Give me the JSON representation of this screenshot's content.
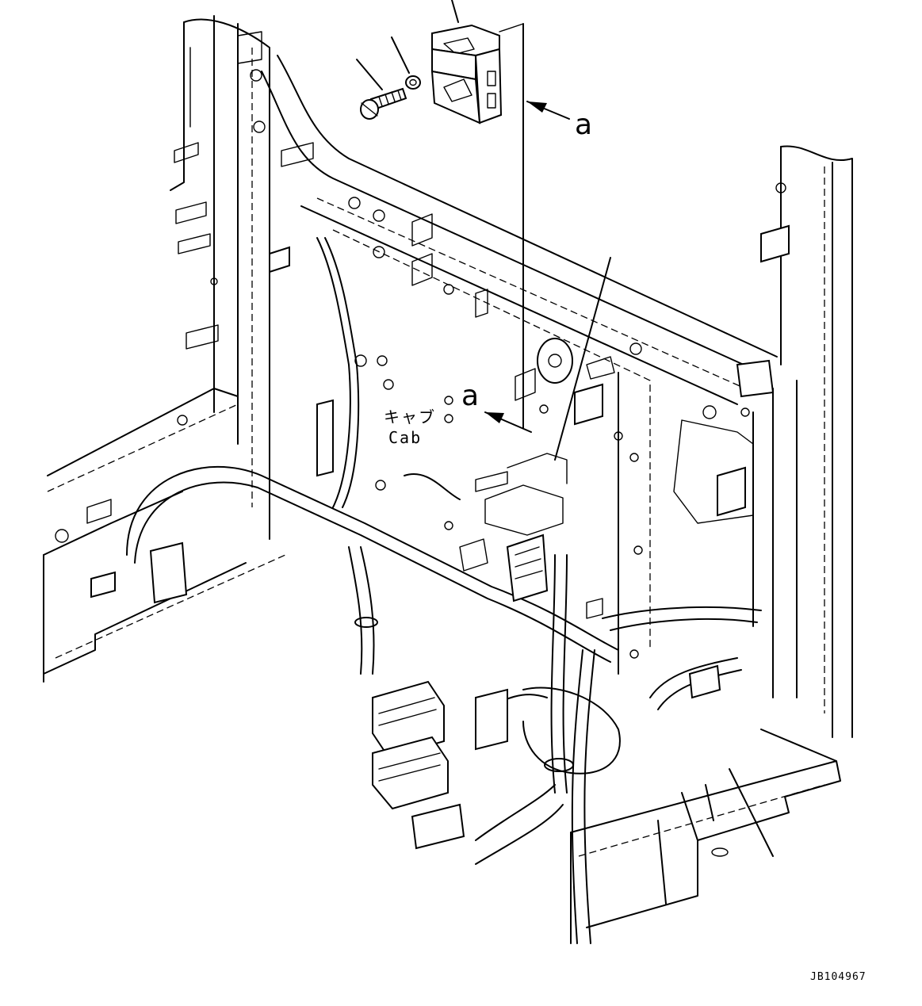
{
  "drawing": {
    "callouts": {
      "view_a_top": "a",
      "view_a_mid": "a"
    },
    "cab_label_jp": "キャブ",
    "cab_label_en": "Cab",
    "drawing_code": "JB104967"
  },
  "colors": {
    "line": "#000000",
    "background": "#ffffff"
  }
}
